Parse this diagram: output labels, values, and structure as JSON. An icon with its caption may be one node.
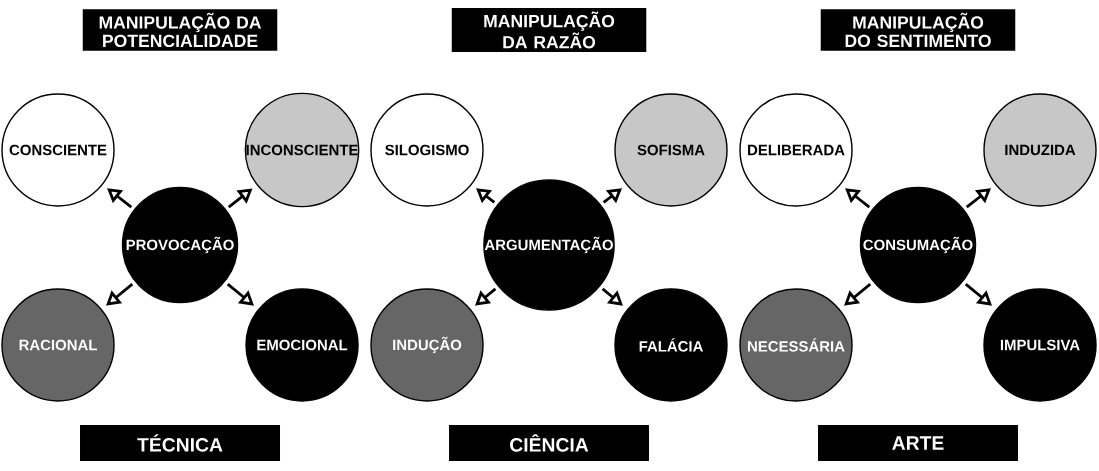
{
  "diagram": {
    "nodes": [
      {
        "text": [
          "MANIPULAÇÃO DA POTENCIALIDADE"
        ]
      },
      {
        "text": [
          "CONSCIENTE"
        ]
      },
      {
        "text": [
          "INCONSCIENTE"
        ]
      },
      {
        "text": [
          "PROVOCAÇÃO"
        ]
      },
      {
        "text": [
          "RACIONAL"
        ]
      },
      {
        "text": [
          "EMOCIONAL"
        ]
      },
      {
        "text": [
          "TÉCNICA"
        ]
      },
      {
        "text": [
          "MANIPULAÇÃO DA RAZÃO"
        ]
      },
      {
        "text": [
          "SILOGISMO"
        ]
      },
      {
        "text": [
          "SOFISMA"
        ]
      },
      {
        "text": [
          "ARGUMENTAÇÃO"
        ]
      },
      {
        "text": [
          "INDUÇÃO"
        ]
      },
      {
        "text": [
          "FALÁCIA"
        ]
      },
      {
        "text": [
          "CIÊNCIA"
        ]
      },
      {
        "text": [
          "MANIPULAÇÃO DO SENTIMENTO"
        ]
      },
      {
        "text": [
          "DELIBERADA"
        ]
      },
      {
        "text": [
          "INDUZIDA"
        ]
      },
      {
        "text": [
          "CONSUMAÇÃO"
        ]
      },
      {
        "text": [
          "NECESSÁRIA"
        ]
      },
      {
        "text": [
          "IMPULSIVA"
        ]
      },
      {
        "text": [
          "ARTE"
        ]
      }
    ],
    "edges": [
      {
        "from": 3,
        "to": 1,
        "arrow": "to"
      },
      {
        "from": 3,
        "to": 2,
        "arrow": "to"
      },
      {
        "from": 3,
        "to": 4,
        "arrow": "to"
      },
      {
        "from": 3,
        "to": 5,
        "arrow": "to"
      },
      {
        "from": 10,
        "to": 8,
        "arrow": "to"
      },
      {
        "from": 10,
        "to": 9,
        "arrow": "to"
      },
      {
        "from": 10,
        "to": 11,
        "arrow": "to"
      },
      {
        "from": 10,
        "to": 12,
        "arrow": "to"
      },
      {
        "from": 17,
        "to": 15,
        "arrow": "to"
      },
      {
        "from": 17,
        "to": 16,
        "arrow": "to"
      },
      {
        "from": 17,
        "to": 18,
        "arrow": "to"
      },
      {
        "from": 17,
        "to": 19,
        "arrow": "to"
      }
    ]
  }
}
